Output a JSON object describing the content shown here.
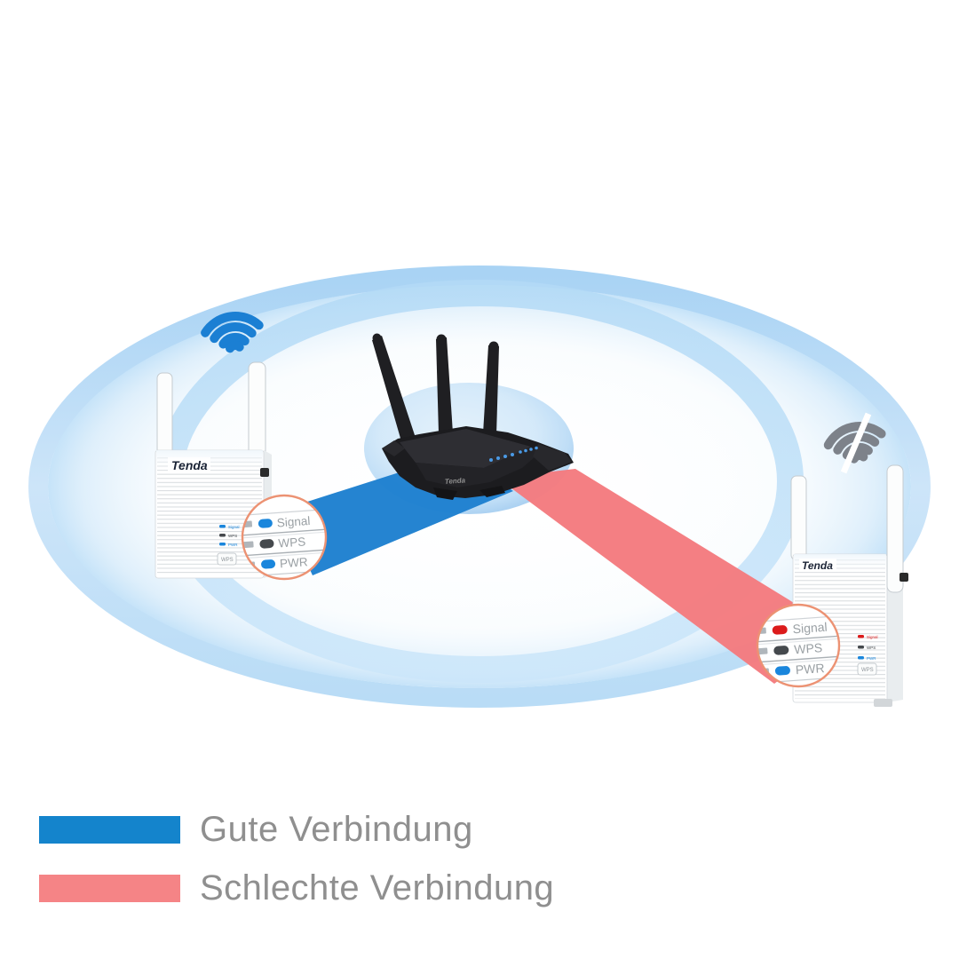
{
  "colors": {
    "beam_good": "#1e80cf",
    "beam_bad": "#f47b7f",
    "wifi_good": "#1b7fd3",
    "wifi_bad": "#7d828a",
    "callout_ring": "#ec9273",
    "ring_blue": "#b5d9f5",
    "led_blue": "#1a86dc",
    "led_dark": "#45494d",
    "led_red": "#dc1b1b"
  },
  "router": {
    "brand": "Tenda"
  },
  "extender_left": {
    "brand": "Tenda",
    "wps_button": "WPS",
    "leds": [
      {
        "label": "Signal",
        "color": "#1a86dc"
      },
      {
        "label": "WPS",
        "color": "#45494d"
      },
      {
        "label": "PWR",
        "color": "#1a86dc"
      }
    ]
  },
  "extender_right": {
    "brand": "Tenda",
    "wps_button": "WPS",
    "leds": [
      {
        "label": "Signal",
        "color": "#dc1b1b"
      },
      {
        "label": "WPS",
        "color": "#45494d"
      },
      {
        "label": "PWR",
        "color": "#1a86dc"
      }
    ]
  },
  "legend": {
    "items": [
      {
        "label": "Gute Verbindung",
        "color": "#1484cc"
      },
      {
        "label": "Schlechte Verbindung",
        "color": "#f58486"
      }
    ]
  }
}
